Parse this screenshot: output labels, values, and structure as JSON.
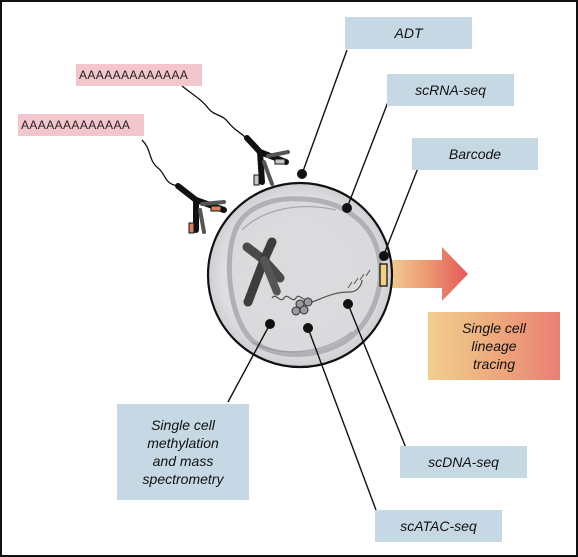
{
  "labels": {
    "adt": "ADT",
    "scrna": "scRNA-seq",
    "barcode": "Barcode",
    "lineage": [
      "Single cell",
      "lineage",
      "tracing"
    ],
    "methylation": [
      "Single cell",
      "methylation",
      "and mass",
      "spectrometry"
    ],
    "scdna": "scDNA-seq",
    "scatac": "scATAC-seq"
  },
  "polya_tags": [
    "AAAAAAAAAAAAA",
    "AAAAAAAAAAAAA"
  ],
  "colors": {
    "label_fill": "#c5d8e3",
    "polya_fill": "#f2c6cc",
    "cell_outer": "#e6e6e8",
    "cell_inner": "#d3d3d6",
    "arrow_start": "#f0cf94",
    "arrow_end": "#e4595a",
    "barcode_fill": "#f3d07e"
  }
}
